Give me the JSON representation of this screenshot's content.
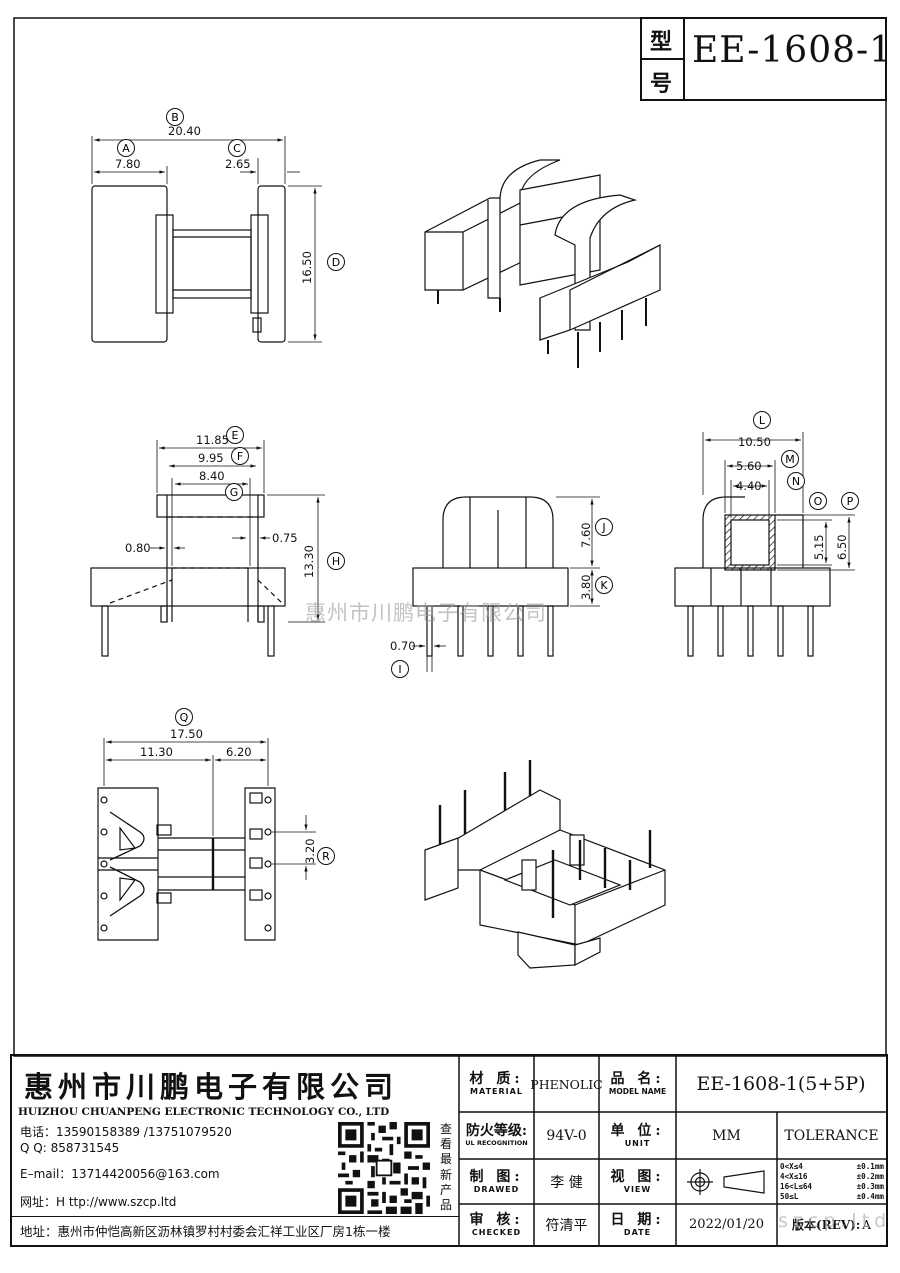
{
  "model": {
    "label_top": "型",
    "label_bottom": "号",
    "number": "EE-1608-1"
  },
  "watermark": "惠州市川鹏电子有限公司",
  "dimensions": {
    "A": "7.80",
    "B": "20.40",
    "C": "2.65",
    "D": "16.50",
    "E": "11.85",
    "F": "9.95",
    "G": "8.40",
    "H": "13.30",
    "I": "0.70",
    "J": "7.60",
    "K": "3.80",
    "L": "10.50",
    "M": "5.60",
    "N": "4.40",
    "O": "5.15",
    "P": "6.50",
    "Q": "17.50",
    "R": "3.20",
    "left_wall": "0.80",
    "right_wall": "0.75",
    "q_left": "11.30",
    "q_right": "6.20"
  },
  "company": {
    "name_cn": "惠州市川鹏电子有限公司",
    "name_en": "HUIZHOU CHUANPENG ELECTRONIC TECHNOLOGY CO., LTD",
    "phone": "电话：13590158389 /13751079520",
    "qq": "Q Q:  858731545",
    "email": "E–mail：13714420056@163.com",
    "web": "网址：H ttp://www.szcp.ltd",
    "address": "地址：惠州市仲恺高新区沥林镇罗村村委会汇祥工业区厂房1栋一楼",
    "qr_caption": [
      "查",
      "看",
      "最",
      "新",
      "产",
      "品"
    ]
  },
  "titleblock": {
    "material_cn": "材 质:",
    "material_en": "MATERIAL",
    "material_val": "PHENOLIC",
    "fire_cn": "防火等级:",
    "fire_en": "UL RECOGNITION",
    "fire_val": "94V-0",
    "drawn_cn": "制 图:",
    "drawn_en": "DRAWED",
    "drawn_val": "李 健",
    "checked_cn": "审 核:",
    "checked_en": "CHECKED",
    "checked_val": "符清平",
    "model_cn": "品 名:",
    "model_en": "MODEL NAME",
    "model_val": "EE-1608-1(5+5P)",
    "unit_cn": "单 位:",
    "unit_en": "UNIT",
    "unit_val": "MM",
    "tolerance": "TOLERANCE",
    "view_cn": "视 图:",
    "view_en": "VIEW",
    "date_cn": "日 期:",
    "date_en": "DATE",
    "date_val": "2022/01/20",
    "rev_label": "版本(REV):",
    "rev_val": "A",
    "tol_rows": [
      {
        "range": "0<X≤4",
        "tol": "±0.1mm"
      },
      {
        "range": "4<X≤16",
        "tol": "±0.2mm"
      },
      {
        "range": "16<L≤64",
        "tol": "±0.3mm"
      },
      {
        "range": "50≤L",
        "tol": "±0.4mm"
      }
    ],
    "corner_wm": "szcp.ltd"
  }
}
